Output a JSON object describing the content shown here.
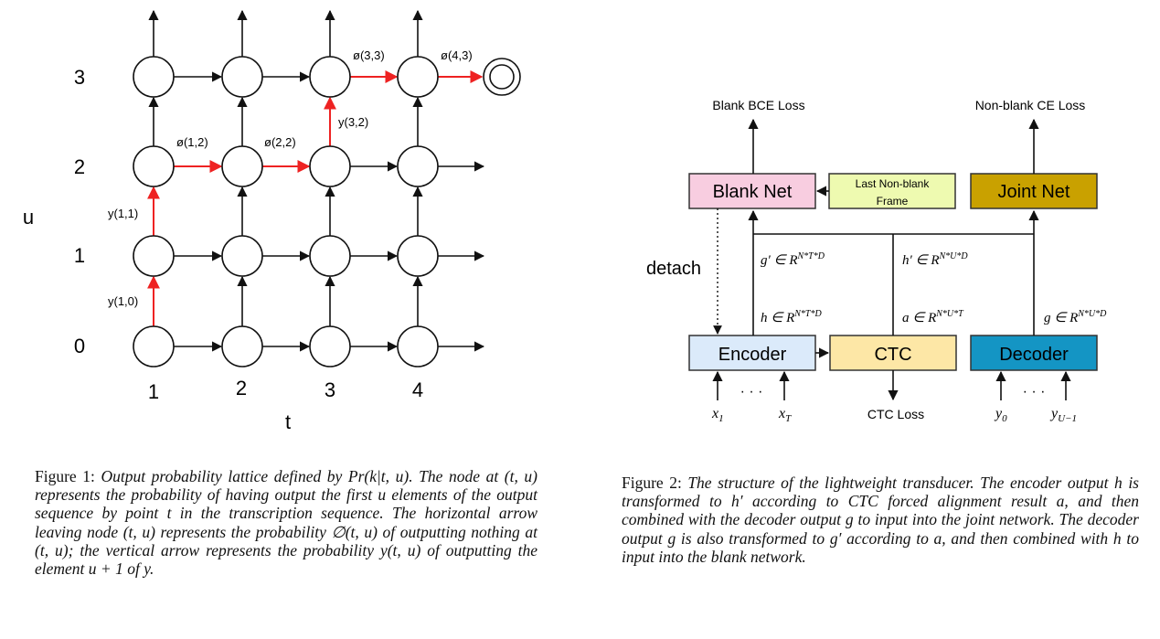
{
  "figure1": {
    "u_axis_label": "u",
    "t_axis_label": "t",
    "u_ticks": [
      "0",
      "1",
      "2",
      "3"
    ],
    "t_ticks": [
      "1",
      "2",
      "3",
      "4"
    ],
    "path_labels": {
      "y10": "y(1,0)",
      "y11": "y(1,1)",
      "b12": "ø(1,2)",
      "b22": "ø(2,2)",
      "y32": "y(3,2)",
      "b33": "ø(3,3)",
      "b43": "ø(4,3)"
    },
    "colors": {
      "path": "#ee2222",
      "edge": "#111111"
    },
    "caption": {
      "label": "Figure 1:",
      "text": "Output probability lattice defined by Pr(k|t, u). The node at (t, u) represents the probability of having output the first u elements of the output sequence by point t in the transcription sequence. The horizontal arrow leaving node (t, u) represents the probability ∅(t, u) of outputting nothing at (t, u); the vertical arrow represents the probability y(t, u) of outputting the element u + 1 of y."
    }
  },
  "figure2": {
    "loss_blank": "Blank BCE Loss",
    "loss_nonblank": "Non-blank CE Loss",
    "loss_ctc": "CTC Loss",
    "blank_net": "Blank Net",
    "last_nonblank_line1": "Last Non-blank",
    "last_nonblank_line2": "Frame",
    "joint_net": "Joint Net",
    "encoder": "Encoder",
    "ctc": "CTC",
    "decoder": "Decoder",
    "detach": "detach",
    "g_prime": "g′ ∈ R",
    "g_prime_sup": "N*T*D",
    "h_prime": "h′ ∈ R",
    "h_prime_sup": "N*U*D",
    "h": "h ∈ R",
    "h_sup": "N*T*D",
    "a": "a ∈ R",
    "a_sup": "N*U*T",
    "g": "g ∈ R",
    "g_sup": "N*U*D",
    "x1": "x",
    "x1_sub": "1",
    "xT": "x",
    "xT_sub": "T",
    "y0": "y",
    "y0_sub": "0",
    "yU": "y",
    "yU_sub": "U−1",
    "dots": "· · ·",
    "colors": {
      "blank_net": "#f8cde0",
      "last_nonblank": "#eefab0",
      "joint_net": "#c9a100",
      "encoder": "#dbeafa",
      "ctc": "#fde7a6",
      "decoder": "#1495c4"
    },
    "caption": {
      "label": "Figure 2:",
      "text": "The structure of the lightweight transducer. The encoder output h is transformed to h′ according to CTC forced alignment result a, and then combined with the decoder output g to input into the joint network. The decoder output g is also transformed to g′ according to a, and then combined with h to input into the blank network."
    }
  }
}
